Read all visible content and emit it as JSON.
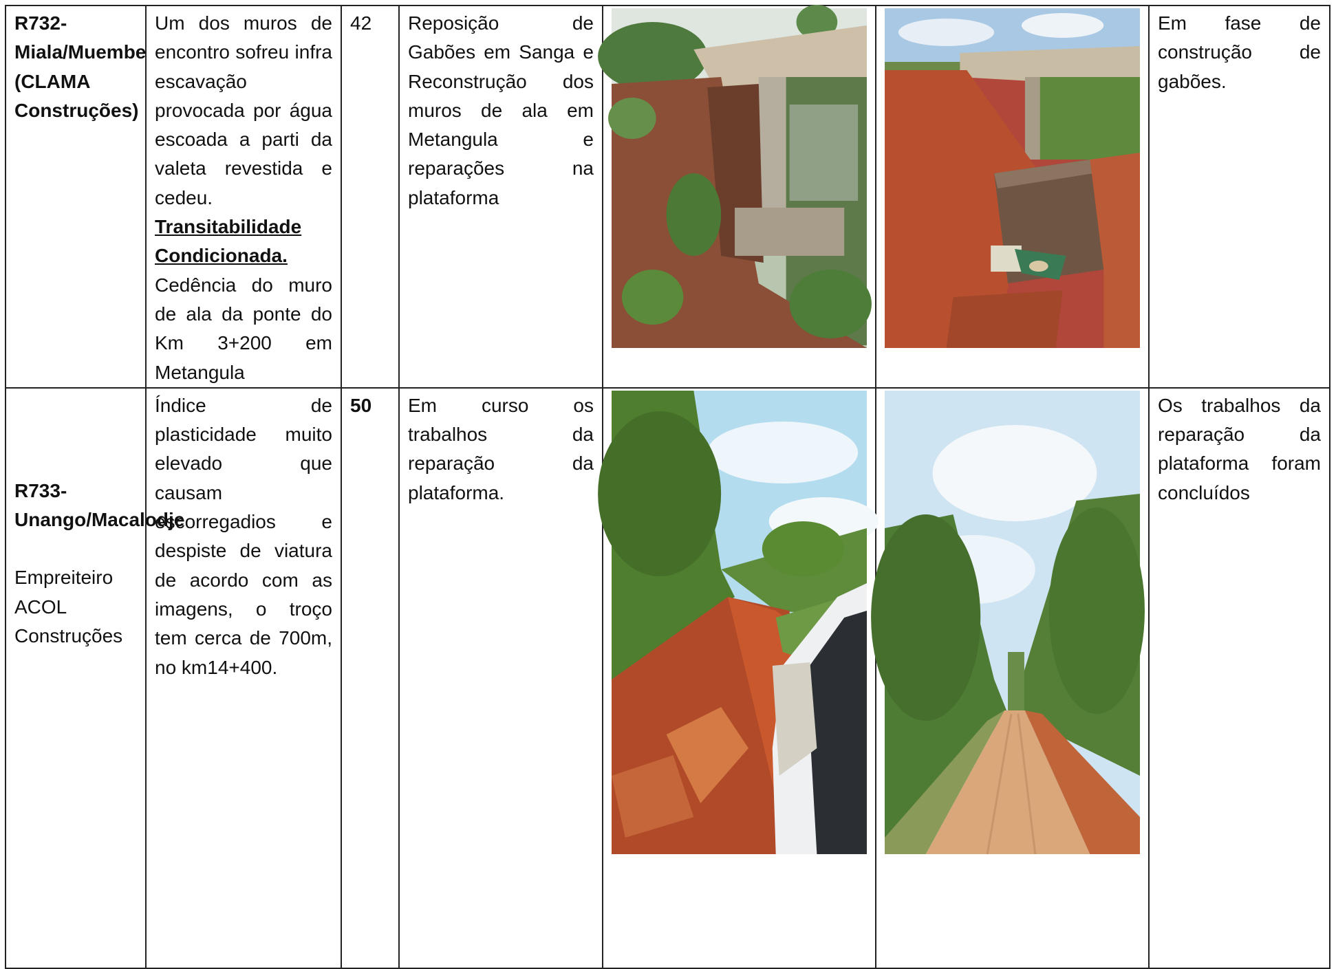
{
  "rows": [
    {
      "road": "R732-Miala/Muembe (CLAMA Construções)",
      "description": "Um dos muros de encontro sofreu infra escavação provocada por água escoada a parti da valeta revestida e cedeu.",
      "status_title": "Transitabilidade Condicionada.",
      "description_extra": "Cedência do muro de ala da ponte do Km 3+200 em Metangula",
      "number": "42",
      "works": "Reposição de Gabões em Sanga e Reconstrução dos muros de ala em Metangula e reparações na plataforma",
      "photo_before": "bridge-damaged-wingwall-photo",
      "photo_after": "bridge-gabion-construction-photo",
      "observation": "Em fase de construção de gabões."
    },
    {
      "road": "R733-Unango/Macalodje",
      "contractor_label": "Empreiteiro ACOL Construções",
      "description": "Índice de plasticidade muito elevado que causam escorregadios e despiste de viatura de acordo com as imagens, o troço tem cerca de 700m, no km14+400.",
      "number": "50",
      "works": "Em curso os trabalhos da reparação da plataforma.",
      "photo_before": "muddy-road-photo",
      "photo_after": "repaired-gravel-road-photo",
      "observation": "Os trabalhos da reparação da plataforma foram concluídos"
    }
  ]
}
